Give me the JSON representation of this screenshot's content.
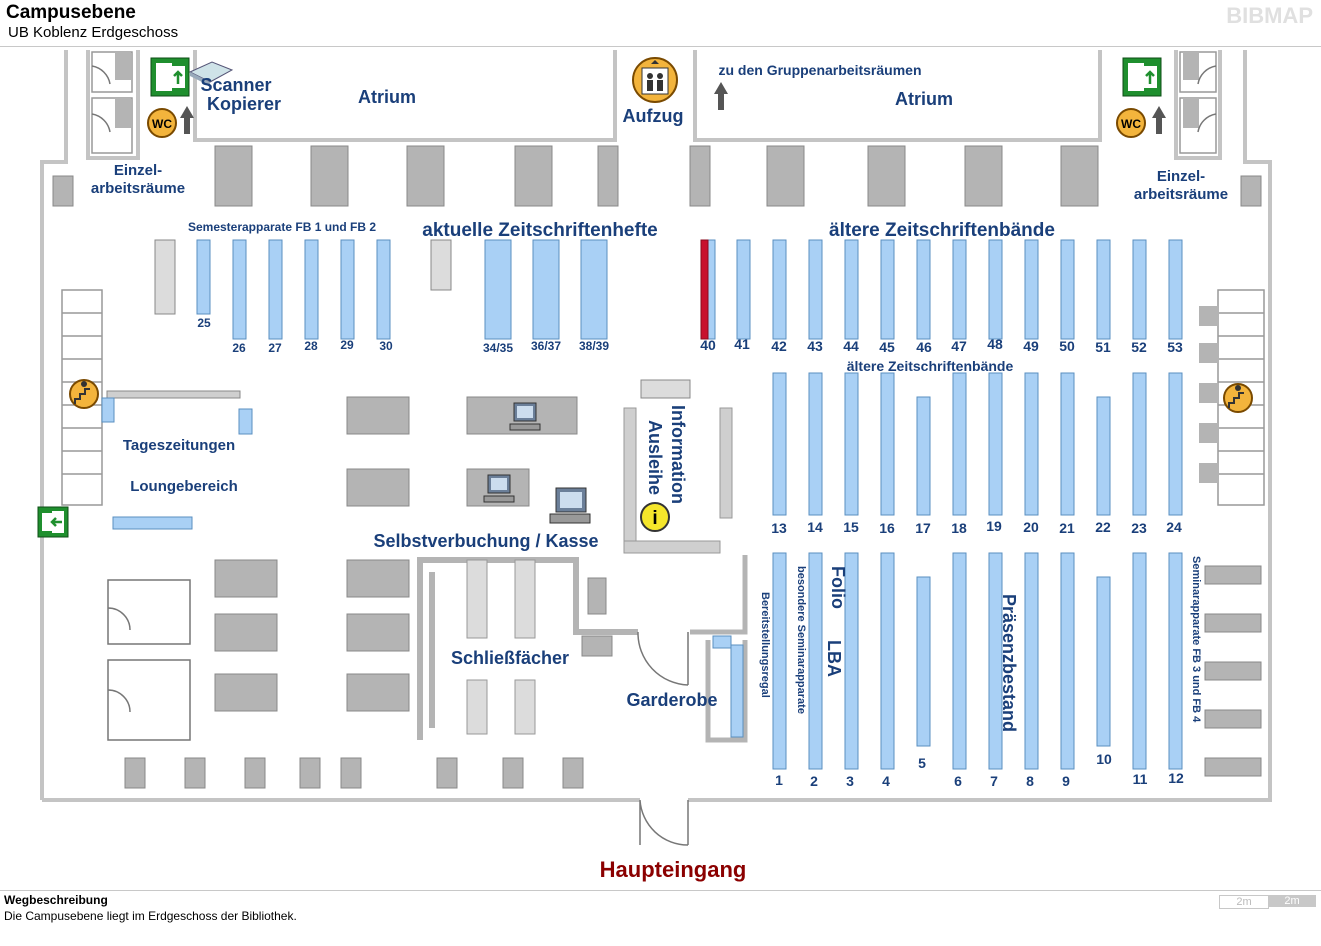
{
  "header": {
    "title": "Campusebene",
    "subtitle": "UB Koblenz Erdgeschoss",
    "logo": "BIBMAP"
  },
  "footer": {
    "title": "Wegbeschreibung",
    "text": "Die Campusebene liegt im Erdgeschoss der Bibliothek.",
    "scale_left": "2m",
    "scale_right": "2m"
  },
  "colors": {
    "shelf": "#a9d0f5",
    "shelf_border": "#5a8fc0",
    "marked_shelf": "#c8102e",
    "label": "#1a3f7a",
    "entrance": "#8b0000",
    "furniture": "#b4b4b4",
    "wall": "#cfcfcf"
  },
  "map": {
    "areas": {
      "scanner": "Scanner",
      "kopierer": "Kopierer",
      "atrium_left": "Atrium",
      "atrium_right": "Atrium",
      "aufzug": "Aufzug",
      "gruppen": "zu den Gruppenarbeitsräumen",
      "einzel_left_1": "Einzel-",
      "einzel_left_2": "arbeitsräume",
      "einzel_right_1": "Einzel-",
      "einzel_right_2": "arbeitsräume",
      "semester": "Semesterapparate FB 1 und FB 2",
      "aktuelle": "aktuelle Zeitschriftenhefte",
      "aeltere_top": "ältere Zeitschriftenbände",
      "aeltere_mid": "ältere Zeitschriftenbände",
      "tageszeitungen": "Tageszeitungen",
      "lounge": "Loungebereich",
      "information": "Information",
      "ausleihe": "Ausleihe",
      "selbst": "Selbstverbuchung / Kasse",
      "schliess": "Schließfächer",
      "garderobe": "Garderobe",
      "bereit": "Bereitstellungsregal",
      "besondere": "besondere Seminarapparate",
      "folio": "Folio",
      "lba": "LBA",
      "praesenz": "Präsenzbestand",
      "seminar34": "Seminarapparate FB 3 und FB 4",
      "haupteingang": "Haupteingang"
    },
    "icons": {
      "exit": "emergency-exit-icon",
      "wc": "wc-icon",
      "elevator": "elevator-icon",
      "stairs": "stairs-icon",
      "info": "information-icon",
      "computer": "computer-icon",
      "scanner": "scanner-icon",
      "arrow_up": "arrow-up-icon"
    },
    "icon_text": {
      "wc": "WC",
      "info": "i"
    },
    "shelf_numbers": {
      "s25": "25",
      "s26": "26",
      "s27": "27",
      "s28": "28",
      "s29": "29",
      "s30": "30",
      "s3435": "34/35",
      "s3637": "36/37",
      "s3839": "38/39",
      "s40": "40",
      "s41": "41",
      "s42": "42",
      "s43": "43",
      "s44": "44",
      "s45": "45",
      "s46": "46",
      "s47": "47",
      "s48": "48",
      "s49": "49",
      "s50": "50",
      "s51": "51",
      "s52": "52",
      "s53": "53",
      "s13": "13",
      "s14": "14",
      "s15": "15",
      "s16": "16",
      "s17": "17",
      "s18": "18",
      "s19": "19",
      "s20": "20",
      "s21": "21",
      "s22": "22",
      "s23": "23",
      "s24": "24",
      "s1": "1",
      "s2": "2",
      "s3": "3",
      "s4": "4",
      "s5": "5",
      "s6": "6",
      "s7": "7",
      "s8": "8",
      "s9": "9",
      "s10": "10",
      "s11": "11",
      "s12": "12"
    }
  }
}
